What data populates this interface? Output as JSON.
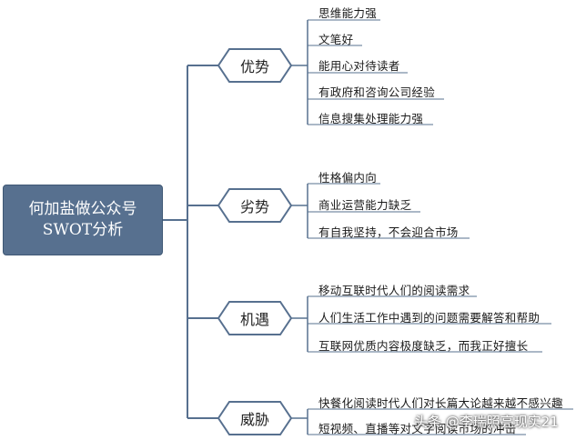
{
  "root": {
    "line1": "何加盐做公众号",
    "line2": "SWOT分析"
  },
  "branches": [
    {
      "label": "优势",
      "leaves": [
        "思维能力强",
        "文笔好",
        "能用心对待读者",
        "有政府和咨询公司经验",
        "信息搜集处理能力强"
      ]
    },
    {
      "label": "劣势",
      "leaves": [
        "性格偏内向",
        "商业运营能力缺乏",
        "有自我坚持，不会迎合市场"
      ]
    },
    {
      "label": "机遇",
      "leaves": [
        "移动互联时代人们的阅读需求",
        "人们生活工作中遇到的问题需要解答和帮助",
        "互联网优质内容极度缺乏，而我正好擅长"
      ]
    },
    {
      "label": "威胁",
      "leaves": [
        "快餐化阅读时代人们对长篇大论越来越不感兴趣",
        "短视频、直播等对文字阅读市场的冲击"
      ]
    }
  ],
  "watermark": "头条 @李瑞照亮现实21",
  "colors": {
    "root_fill": "#57708f",
    "line": "#57708f",
    "text": "#222222"
  }
}
